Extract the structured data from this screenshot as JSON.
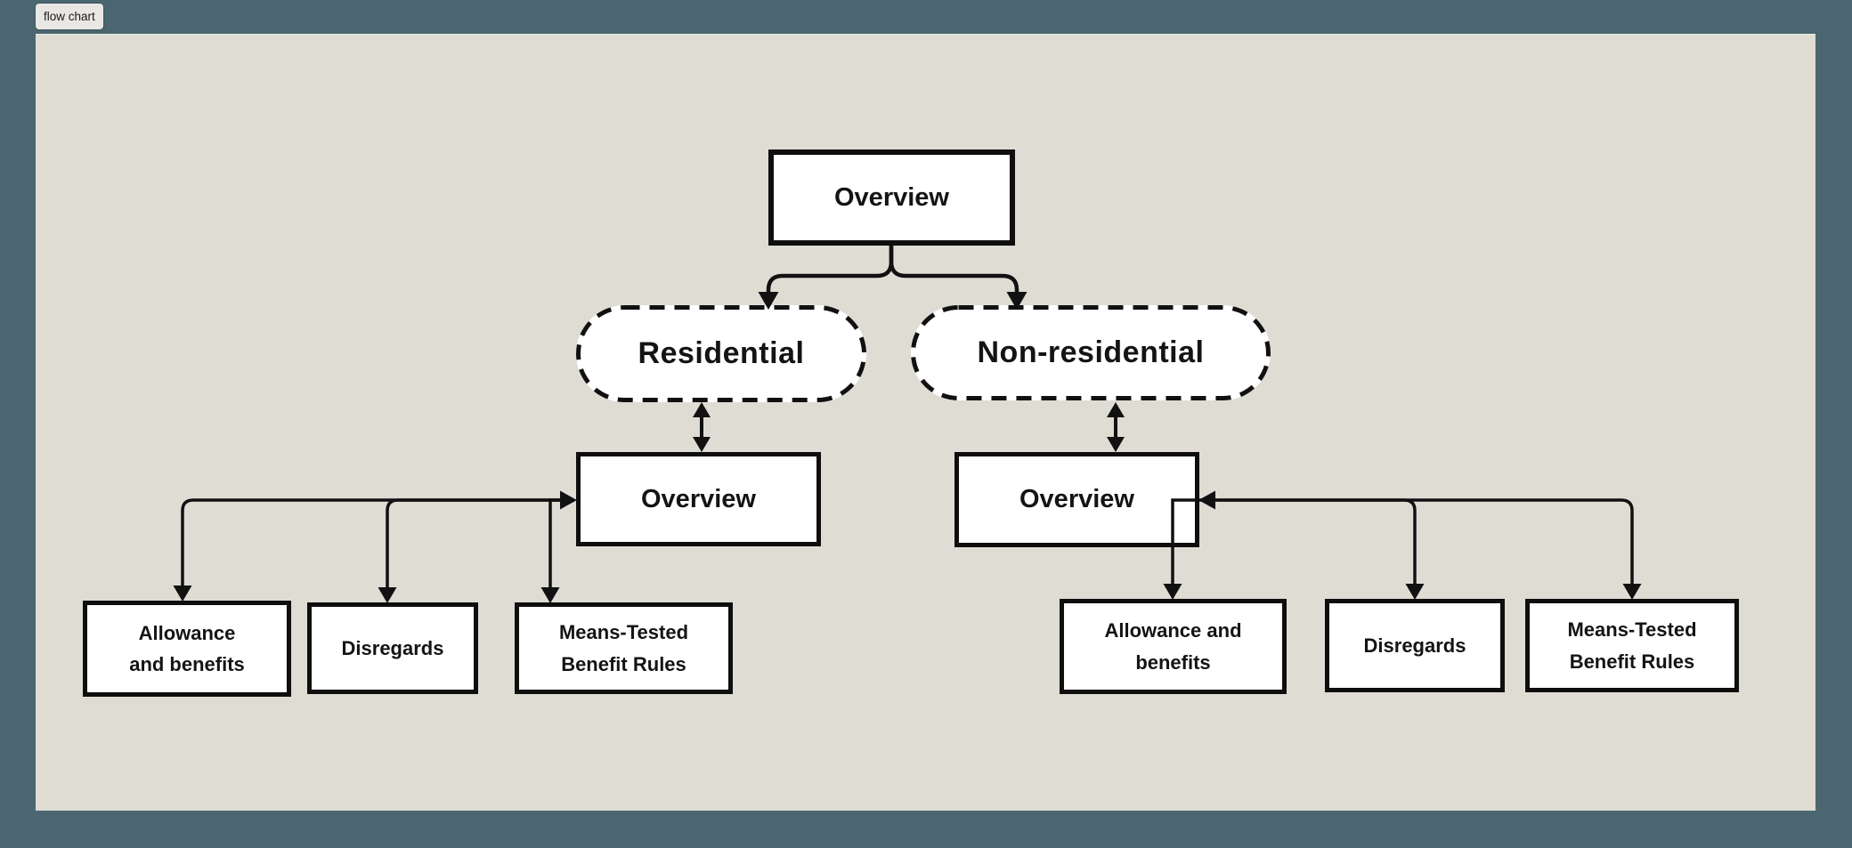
{
  "app": {
    "badge_label": "flow chart"
  },
  "colors": {
    "page_bg": "#4b6670",
    "canvas_bg": "#dfdcd4",
    "node_bg": "#ffffff",
    "stroke": "#111111"
  },
  "diagram": {
    "nodes": [
      {
        "id": "overview-top",
        "label": "Overview",
        "shape": "rectangle"
      },
      {
        "id": "residential",
        "label": "Residential",
        "shape": "dashed-pill"
      },
      {
        "id": "non-residential",
        "label": "Non-residential",
        "shape": "dashed-pill"
      },
      {
        "id": "overview-residential",
        "label": "Overview",
        "shape": "rectangle"
      },
      {
        "id": "overview-non-residential",
        "label": "Overview",
        "shape": "rectangle"
      },
      {
        "id": "res-allowance",
        "label": "Allowance\nand benefits",
        "shape": "rectangle"
      },
      {
        "id": "res-disregards",
        "label": "Disregards",
        "shape": "rectangle"
      },
      {
        "id": "res-means-tested",
        "label": "Means-Tested\nBenefit Rules",
        "shape": "rectangle"
      },
      {
        "id": "nonres-allowance",
        "label": "Allowance and\nbenefits",
        "shape": "rectangle"
      },
      {
        "id": "nonres-disregards",
        "label": "Disregards",
        "shape": "rectangle"
      },
      {
        "id": "nonres-means-tested",
        "label": "Means-Tested\nBenefit Rules",
        "shape": "rectangle"
      }
    ],
    "edges": [
      {
        "from": "overview-top",
        "to": "residential",
        "arrow": "single"
      },
      {
        "from": "overview-top",
        "to": "non-residential",
        "arrow": "single"
      },
      {
        "from": "residential",
        "to": "overview-residential",
        "arrow": "double"
      },
      {
        "from": "non-residential",
        "to": "overview-non-residential",
        "arrow": "double"
      },
      {
        "from": "overview-residential",
        "to": "res-allowance",
        "arrow": "double"
      },
      {
        "from": "overview-residential",
        "to": "res-disregards",
        "arrow": "double"
      },
      {
        "from": "overview-residential",
        "to": "res-means-tested",
        "arrow": "double"
      },
      {
        "from": "overview-non-residential",
        "to": "nonres-allowance",
        "arrow": "double"
      },
      {
        "from": "overview-non-residential",
        "to": "nonres-disregards",
        "arrow": "double"
      },
      {
        "from": "overview-non-residential",
        "to": "nonres-means-tested",
        "arrow": "double"
      }
    ]
  }
}
